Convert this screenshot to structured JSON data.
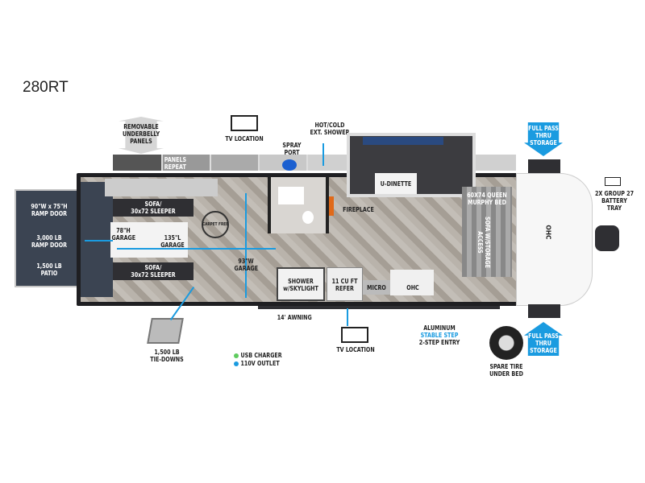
{
  "title": "280RT",
  "labels": {
    "underbelly": "REMOVABLE\nUNDERBELLY\nPANELS",
    "panels_repeat": "PANELS\nREPEAT",
    "tv_top": "TV LOCATION",
    "spray_port": "SPRAY\nPORT",
    "ext_shower": "HOT/COLD\nEXT. SHOWER",
    "pass_thru_top": "FULL PASS\nTHRU\nSTORAGE",
    "pass_thru_bottom": "FULL PASS\nTHRU\nSTORAGE",
    "battery": "2X GROUP 27\nBATTERY\nTRAY",
    "ramp_size": "90\"W x 75\"H\nRAMP DOOR",
    "ramp_weight": "3,000 LB\nRAMP DOOR",
    "patio": "1,500 LB\nPATIO",
    "sofa_top": "SOFA/\n30x72 SLEEPER",
    "sofa_bottom": "SOFA/\n30x72 SLEEPER",
    "garage_height": "78\"H\nGARAGE",
    "garage_length": "135\"L\nGARAGE",
    "garage_width": "93\"W\nGARAGE",
    "carpet_free": "CARPET FREE",
    "u_dinette": "U-DINETTE",
    "fireplace": "FIREPLACE",
    "murphy_bed": "60X74 QUEEN\nMURPHY BED",
    "sofa_storage": "SOFA W/STORAGE\nACCESS",
    "ohc_front": "OHC",
    "shower": "SHOWER\nw/SKYLIGHT",
    "refer": "11 CU FT\nREFER",
    "micro": "MICRO",
    "ohc_kitchen": "OHC",
    "awning": "14' AWNING",
    "tie_downs": "1,500 LB\nTIE-DOWNS",
    "usb": "USB CHARGER",
    "outlet": "110V OUTLET",
    "tv_bottom": "TV LOCATION",
    "step_1": "ALUMINUM",
    "step_2": "STABLE STEP",
    "step_3": "2-STEP ENTRY",
    "spare_tire": "SPARE TIRE\nUNDER BED"
  },
  "colors": {
    "accent": "#1a9be0",
    "usb": "#5ecb5e",
    "outlet": "#1a9be0"
  }
}
